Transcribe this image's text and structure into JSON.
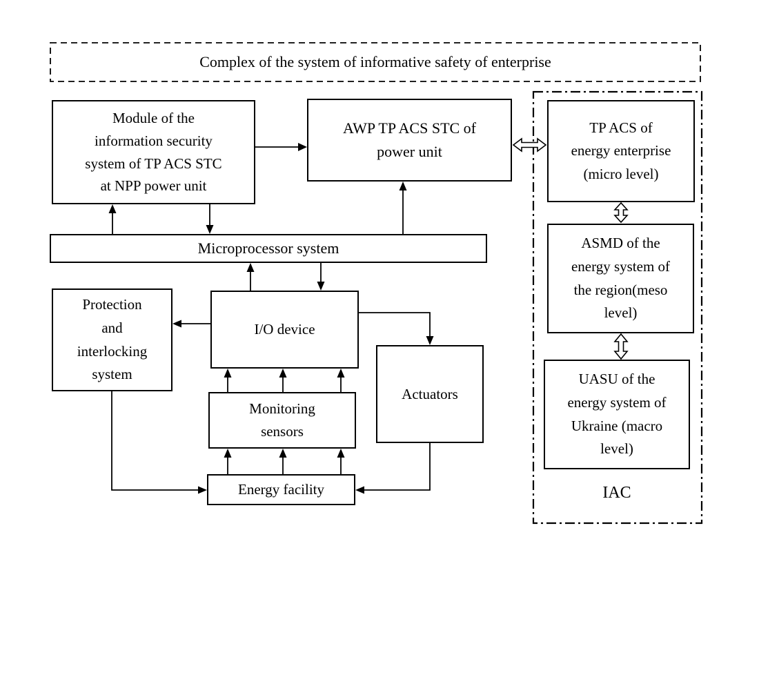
{
  "diagram": {
    "title": "Complex of the system of informative safety of enterprise",
    "nodes": {
      "complex": "Complex of the system of informative safety of enterprise",
      "module": "Module of the\ninformation security\nsystem of TP ACS STC\nat NPP power unit",
      "awp": "AWP TP ACS STC of\npower unit",
      "microprocessor": "Microprocessor system",
      "protection": "Protection\nand\ninterlocking\nsystem",
      "io_device": "I/O device",
      "actuators": "Actuators",
      "monitoring": "Monitoring\nsensors",
      "energy": "Energy facility",
      "tp_acs": "TP ACS of\nenergy enterprise\n(micro level)",
      "asmd": "ASMD of the\nenergy system of\nthe region(meso\nlevel)",
      "uasu": "UASU of the\nenergy system of\nUkraine (macro\nlevel)",
      "iac": "IAC"
    },
    "colors": {
      "line": "#000000",
      "background": "#ffffff",
      "box_fill": "#ffffff"
    }
  }
}
